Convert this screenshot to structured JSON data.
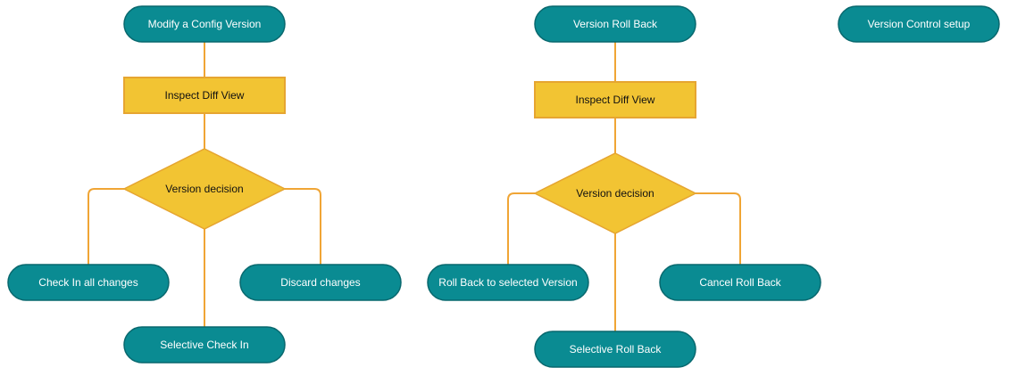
{
  "diagram": {
    "colors": {
      "terminal_fill": "#0a8b92",
      "terminal_stroke": "#08686e",
      "terminal_text": "#ffffff",
      "process_fill": "#f2c433",
      "process_stroke": "#e6a531",
      "decision_fill": "#f2c433",
      "decision_stroke": "#e6a531",
      "node_text_dark": "#111111",
      "connector": "#f0a535"
    },
    "flow_left": {
      "start": "Modify a Config Version",
      "inspect": "Inspect Diff View",
      "decision": "Version decision",
      "option_left": "Check In all changes",
      "option_right": "Discard changes",
      "option_bottom": "Selective Check In"
    },
    "flow_middle": {
      "start": "Version Roll Back",
      "inspect": "Inspect Diff View",
      "decision": "Version decision",
      "option_left": "Roll Back to selected Version",
      "option_right": "Cancel Roll Back",
      "option_bottom": "Selective Roll Back"
    },
    "standalone": {
      "label": "Version Control setup"
    }
  }
}
